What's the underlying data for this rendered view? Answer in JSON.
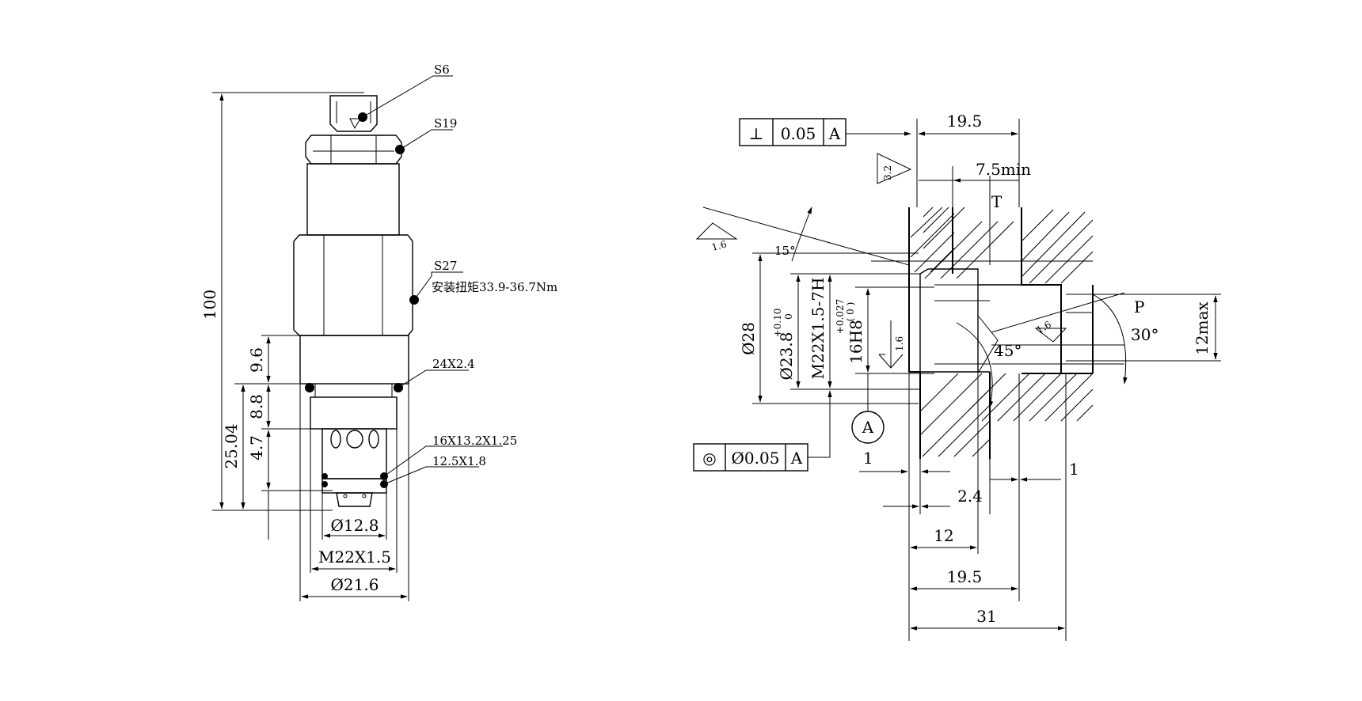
{
  "left_view": {
    "s6": "S6",
    "s19": "S19",
    "s27": "S27",
    "torque": "安装扭矩33.9-36.7Nm",
    "dim_100": "100",
    "dim_9_6": "9.6",
    "dim_8_8": "8.8",
    "dim_4_7": "4.7",
    "dim_25_04": "25.04",
    "oring_24": "24X2.4",
    "oring_16": "16X13.2X1.25",
    "oring_12": "12.5X1.8",
    "dia_12_8": "Ø12.8",
    "thread_m22": "M22X1.5",
    "dia_21_6": "Ø21.6"
  },
  "right_view": {
    "perp_symbol": "⊥",
    "perp_tol": "0.05",
    "perp_datum": "A",
    "conc_symbol": "◎",
    "conc_tol": "Ø0.05",
    "conc_datum": "A",
    "datum_label": "A",
    "dim_19_5_top": "19.5",
    "dim_7_5": "7.5min",
    "port_t": "T",
    "port_p": "P",
    "rough_3_2": "3.2",
    "rough_1_6_a": "1.6",
    "rough_1_6_b": "1.6",
    "rough_1_6_c": "1.6",
    "angle_15": "15°",
    "angle_45": "45°",
    "angle_30": "30°",
    "dia_28": "Ø28",
    "dia_23_8": "Ø23.8",
    "tol_23_8_up": "+0.10",
    "tol_23_8_lo": "0",
    "thread_m22_7h": "M22X1.5-7H",
    "bore_16h8": "16H8",
    "tol_16_up": "+0.027",
    "tol_16_lo": "( 0 )",
    "dim_12max": "12max",
    "dim_1_left": "1",
    "dim_1_right": "1",
    "dim_2_4": "2.4",
    "dim_12": "12",
    "dim_19_5_bottom": "19.5",
    "dim_31": "31"
  }
}
